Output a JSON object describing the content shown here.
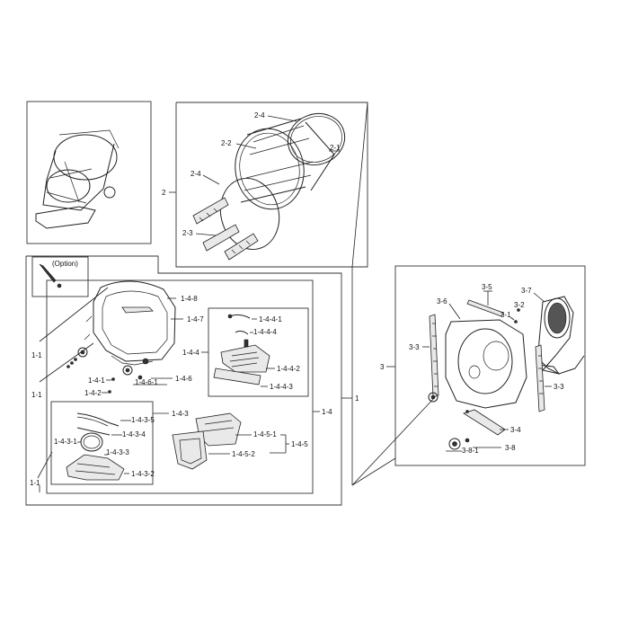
{
  "labels": {
    "l2": "2",
    "l2_1": "2-1",
    "l2_2": "2-2",
    "l2_3": "2-3",
    "l2_4a": "2-4",
    "l2_4b": "2-4",
    "l1": "1",
    "l1_1a": "1-1",
    "l1_1b": "1-1",
    "l1_1c": "1-1",
    "l1_4": "1-4",
    "l1_4_1": "1-4-1",
    "l1_4_2": "1-4-2",
    "l1_4_3": "1-4-3",
    "l1_4_3_1": "1-4-3-1",
    "l1_4_3_2": "1-4-3-2",
    "l1_4_3_3": "1-4-3-3",
    "l1_4_3_4": "1-4-3-4",
    "l1_4_3_5": "1-4-3-5",
    "l1_4_4": "1-4-4",
    "l1_4_4_1": "1-4-4-1",
    "l1_4_4_2": "1-4-4-2",
    "l1_4_4_3": "1-4-4-3",
    "l1_4_4_4": "1-4-4-4",
    "l1_4_5": "1-4-5",
    "l1_4_5_1": "1-4-5-1",
    "l1_4_5_2": "1-4-5-2",
    "l1_4_6": "1-4-6",
    "l1_4_6_1": "1-4-6-1",
    "l1_4_7": "1-4-7",
    "l1_4_8": "1-4-8",
    "option": "(Option)",
    "l3": "3",
    "l3_1": "3-1",
    "l3_2": "3-2",
    "l3_3a": "3-3",
    "l3_3b": "3-3",
    "l3_4": "3-4",
    "l3_5": "3-5",
    "l3_6": "3-6",
    "l3_7": "3-7",
    "l3_8": "3-8",
    "l3_8_1": "3-8-1"
  }
}
